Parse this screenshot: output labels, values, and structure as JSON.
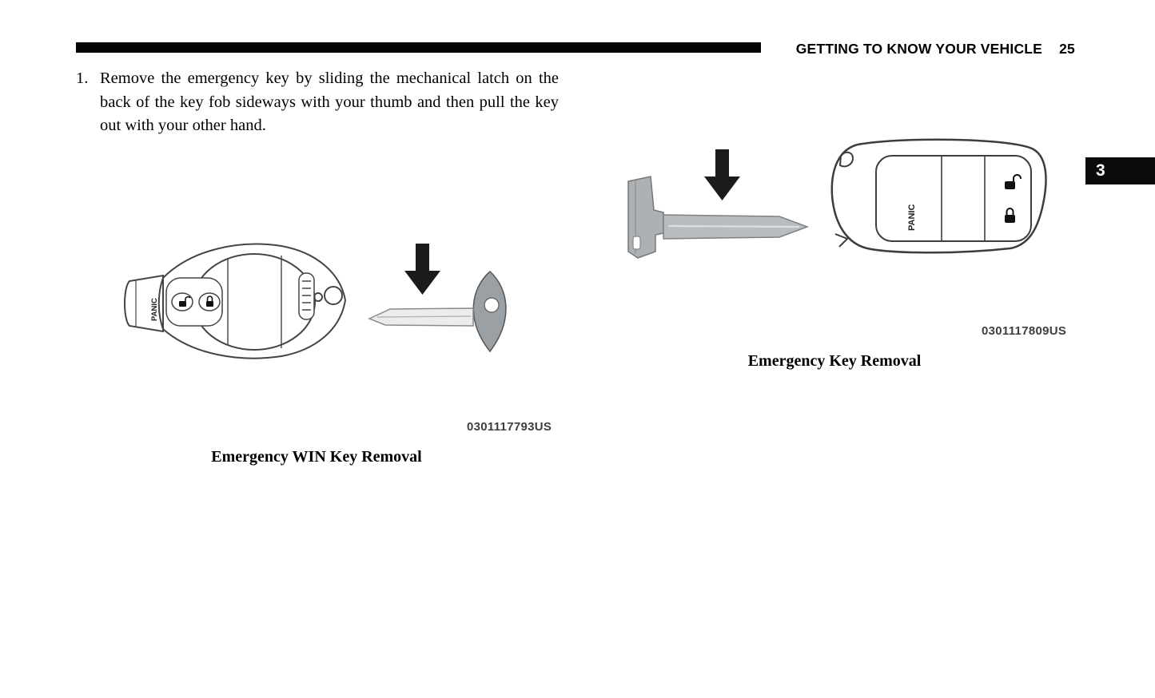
{
  "header": {
    "title": "GETTING TO KNOW YOUR VEHICLE",
    "page_number": "25"
  },
  "chapter_tab": {
    "label": "3"
  },
  "step": {
    "number": "1.",
    "text": "Remove the emergency key by sliding the mechanical latch on the back of the key fob sideways with your thumb and then pull the key out with your other hand."
  },
  "figures": {
    "win_key": {
      "figure_id": "0301117793US",
      "caption": "Emergency WIN Key Removal",
      "panic_label": "PANIC"
    },
    "smart_key": {
      "figure_id": "0301117809US",
      "caption": "Emergency Key Removal",
      "panic_label": "PANIC"
    }
  }
}
